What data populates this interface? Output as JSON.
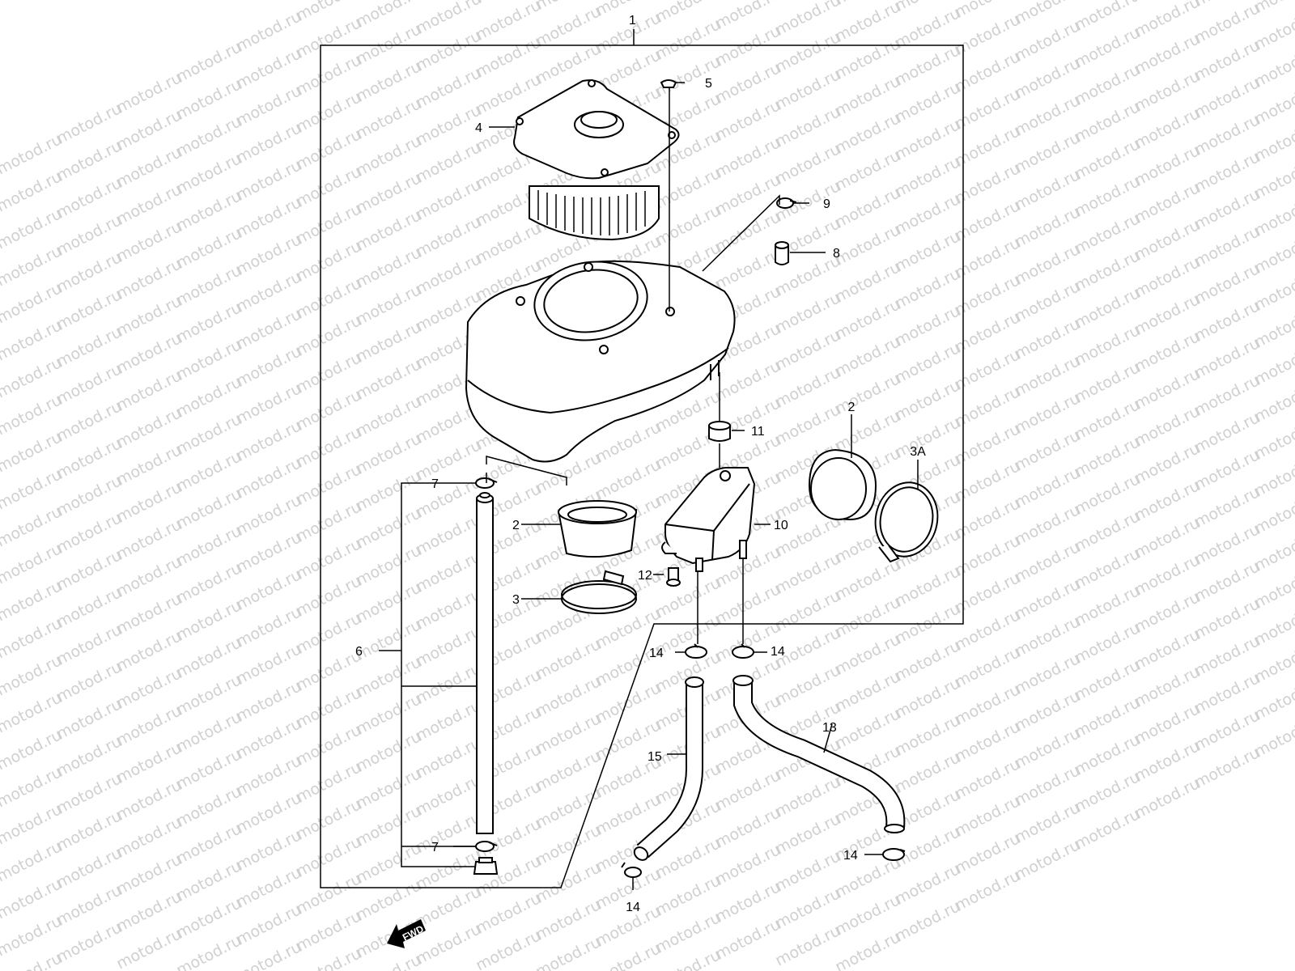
{
  "watermark": "motod.ru",
  "fwd_label": "FWD",
  "callouts": {
    "c1": "1",
    "c2a": "2",
    "c2b": "2",
    "c3": "3",
    "c3a": "3A",
    "c4": "4",
    "c5": "5",
    "c6": "6",
    "c7a": "7",
    "c7b": "7",
    "c8": "8",
    "c9": "9",
    "c10": "10",
    "c11": "11",
    "c12": "12",
    "c13": "13",
    "c14a": "14",
    "c14b": "14",
    "c14c": "14",
    "c14d": "14",
    "c15": "15"
  }
}
